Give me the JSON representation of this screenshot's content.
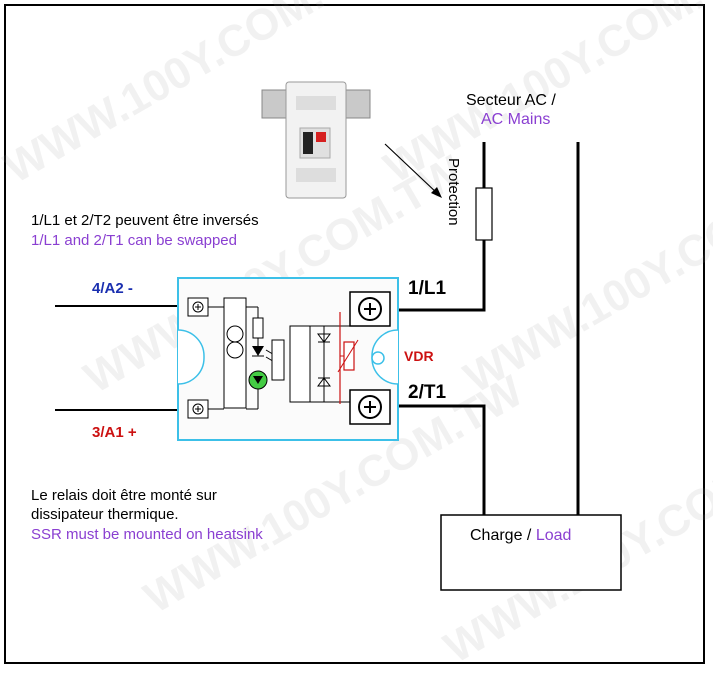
{
  "watermark": "WWW.100Y.COM.TW",
  "colors": {
    "accent_purple": "#8a3fd1",
    "ssr_border": "#3cc0e8",
    "terminal_red": "#cc1111",
    "terminal_blue": "#1a2fb0"
  },
  "mains": {
    "label_fr": "Secteur AC /",
    "label_en": "AC Mains"
  },
  "protection_label": "Protection",
  "swap_note": {
    "fr": "1/L1 et 2/T2 peuvent être inversés",
    "en": "1/L1 and 2/T1 can be swapped"
  },
  "terminals": {
    "a2": "4/A2 -",
    "a1": "3/A1 +",
    "l1": "1/L1",
    "t1": "2/T1",
    "vdr": "VDR"
  },
  "heatsink_note": {
    "line1": "Le relais doit être monté sur",
    "line2": "dissipateur thermique.",
    "en": "SSR must be mounted on heatsink"
  },
  "load": {
    "fr": "Charge /",
    "en": "Load"
  }
}
